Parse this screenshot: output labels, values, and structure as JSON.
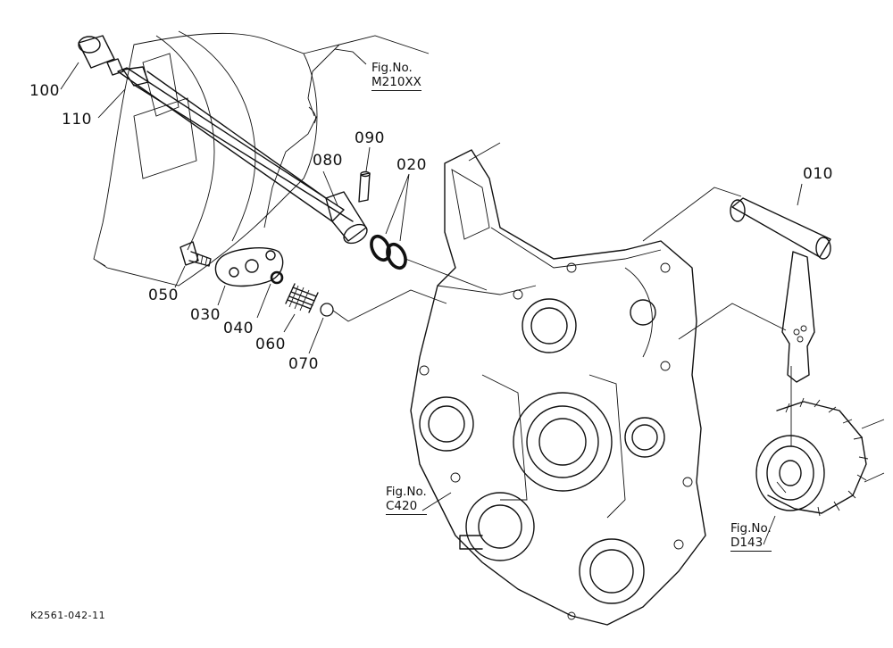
{
  "parts": [
    {
      "id": "p100",
      "number": "100"
    },
    {
      "id": "p110",
      "number": "110"
    },
    {
      "id": "p090",
      "number": "090"
    },
    {
      "id": "p080",
      "number": "080"
    },
    {
      "id": "p020",
      "number": "020"
    },
    {
      "id": "p010",
      "number": "010"
    },
    {
      "id": "p050",
      "number": "050"
    },
    {
      "id": "p030",
      "number": "030"
    },
    {
      "id": "p040",
      "number": "040"
    },
    {
      "id": "p060",
      "number": "060"
    },
    {
      "id": "p070",
      "number": "070"
    }
  ],
  "references": [
    {
      "id": "ref-m210",
      "title": "Fig.No.",
      "code": "M210XX"
    },
    {
      "id": "ref-c420",
      "title": "Fig.No.",
      "code": "C420"
    },
    {
      "id": "ref-d143",
      "title": "Fig.No.",
      "code": "D143"
    }
  ],
  "drawing_code": "K2561-042-11"
}
